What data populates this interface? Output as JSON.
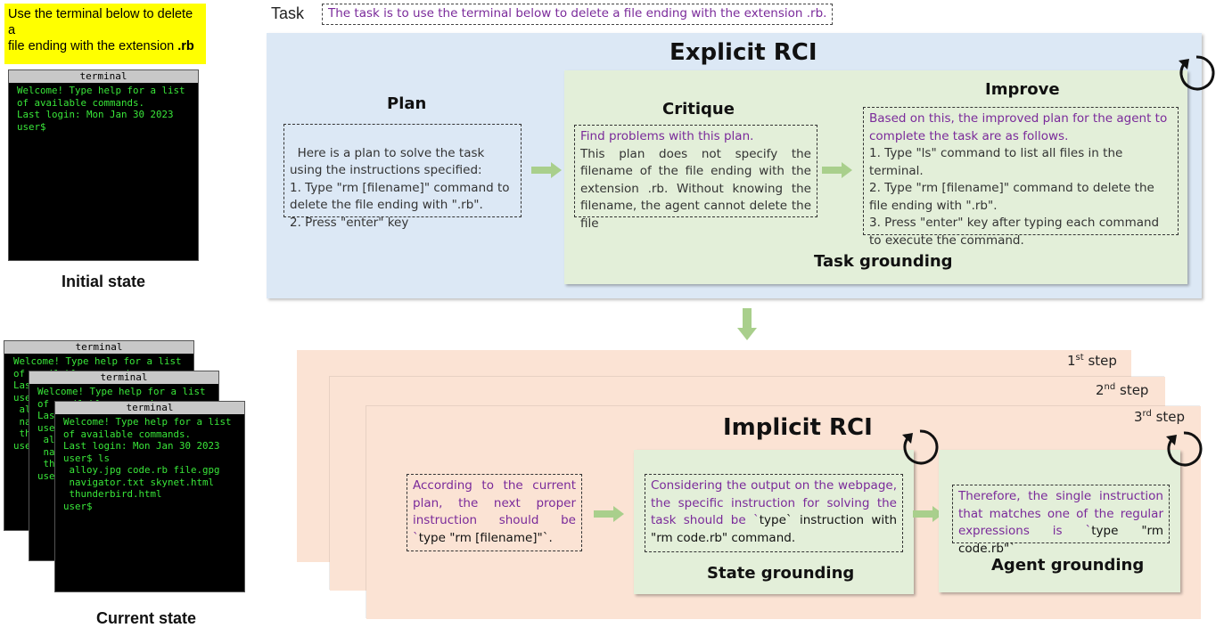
{
  "left": {
    "instruction": [
      "Use the terminal below to delete a",
      "file ending with the extension "
    ],
    "instruction_ext": ".rb",
    "terminal_title": "terminal",
    "initial_terminal_lines": "Welcome! Type help for a list\nof available commands.\nLast login: Mon Jan 30 2023\nuser$",
    "initial_caption": "Initial state",
    "current_terminal_lines": "Welcome! Type help for a list\nof available commands.\nLast login: Mon Jan 30 2023\nuser$ ls\n alloy.jpg code.rb file.gpg\n navigator.txt skynet.html\n thunderbird.html\nuser$",
    "current_caption": "Current state"
  },
  "task": {
    "label": "Task",
    "text": "The task is to use the terminal below to delete a file ending with the extension .rb."
  },
  "explicit": {
    "title": "Explicit RCI",
    "plan_title": "Plan",
    "plan_text": "Here is a plan to solve the task using the instructions specified:\n1. Type \"rm [filename]\" command to delete the file ending with \".rb\".\n2. Press \"enter\" key",
    "critique_title": "Critique",
    "critique_prompt": "Find problems with this plan.",
    "critique_text": "This plan does not specify the filename of the file ending with the extension .rb. Without knowing the filename, the agent cannot delete the file",
    "improve_title": "Improve",
    "improve_prompt": "Based on this, the improved plan for the agent to complete the task are as follows.",
    "improve_text": "1. Type \"ls\" command to list all files in the terminal.\n2. Type \"rm [filename]\" command to delete the file ending with \".rb\".\n3. Press \"enter\" key after typing each command to execute the command.",
    "grounding_label": "Task grounding"
  },
  "implicit": {
    "title": "Implicit RCI",
    "steps": [
      {
        "num": "1",
        "sup": "st",
        "word": " step"
      },
      {
        "num": "2",
        "sup": "nd",
        "word": " step"
      },
      {
        "num": "3",
        "sup": "rd",
        "word": " step"
      }
    ],
    "left_prompt": "According to the current plan, the next proper instruction should be `",
    "left_value": "type \"rm [filename]\"`.",
    "state_prompt": "Considering the output on the webpage, the specific instruction for solving the task should be `",
    "state_value": "type` instruction with \"rm code.rb\" command.",
    "state_label": "State grounding",
    "agent_prompt": "Therefore, the single instruction that matches one of the regular expressions is `",
    "agent_value": "type \"rm code.rb\"`",
    "agent_label": "Agent grounding"
  },
  "colors": {
    "purple_text": "#7a2a9a",
    "terminal_text": "#39e639",
    "arrow": "#a9cf8c",
    "blue_panel": "#dce8f5",
    "green_panel": "#e3efd9",
    "peach_panel": "#fbe3d4",
    "yellow": "#ffff00"
  },
  "icons": [
    "cycle-arrow-icon",
    "right-arrow-icon",
    "down-arrow-icon"
  ]
}
